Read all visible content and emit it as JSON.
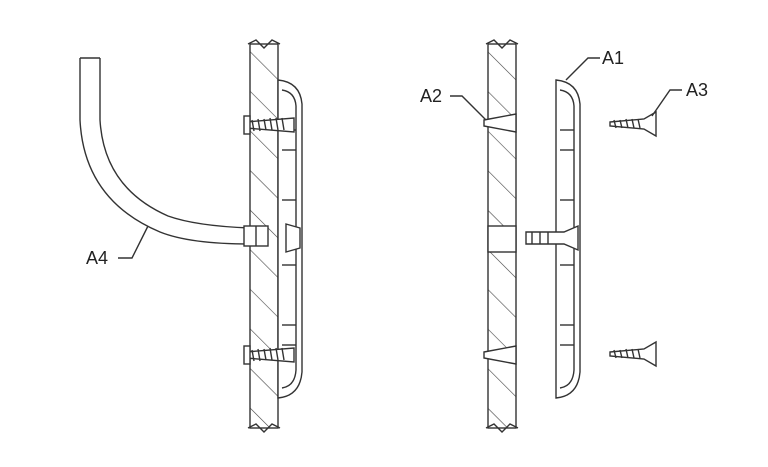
{
  "diagram": {
    "labels": {
      "a1": "A1",
      "a2": "A2",
      "a3": "A3",
      "a4": "A4"
    }
  }
}
